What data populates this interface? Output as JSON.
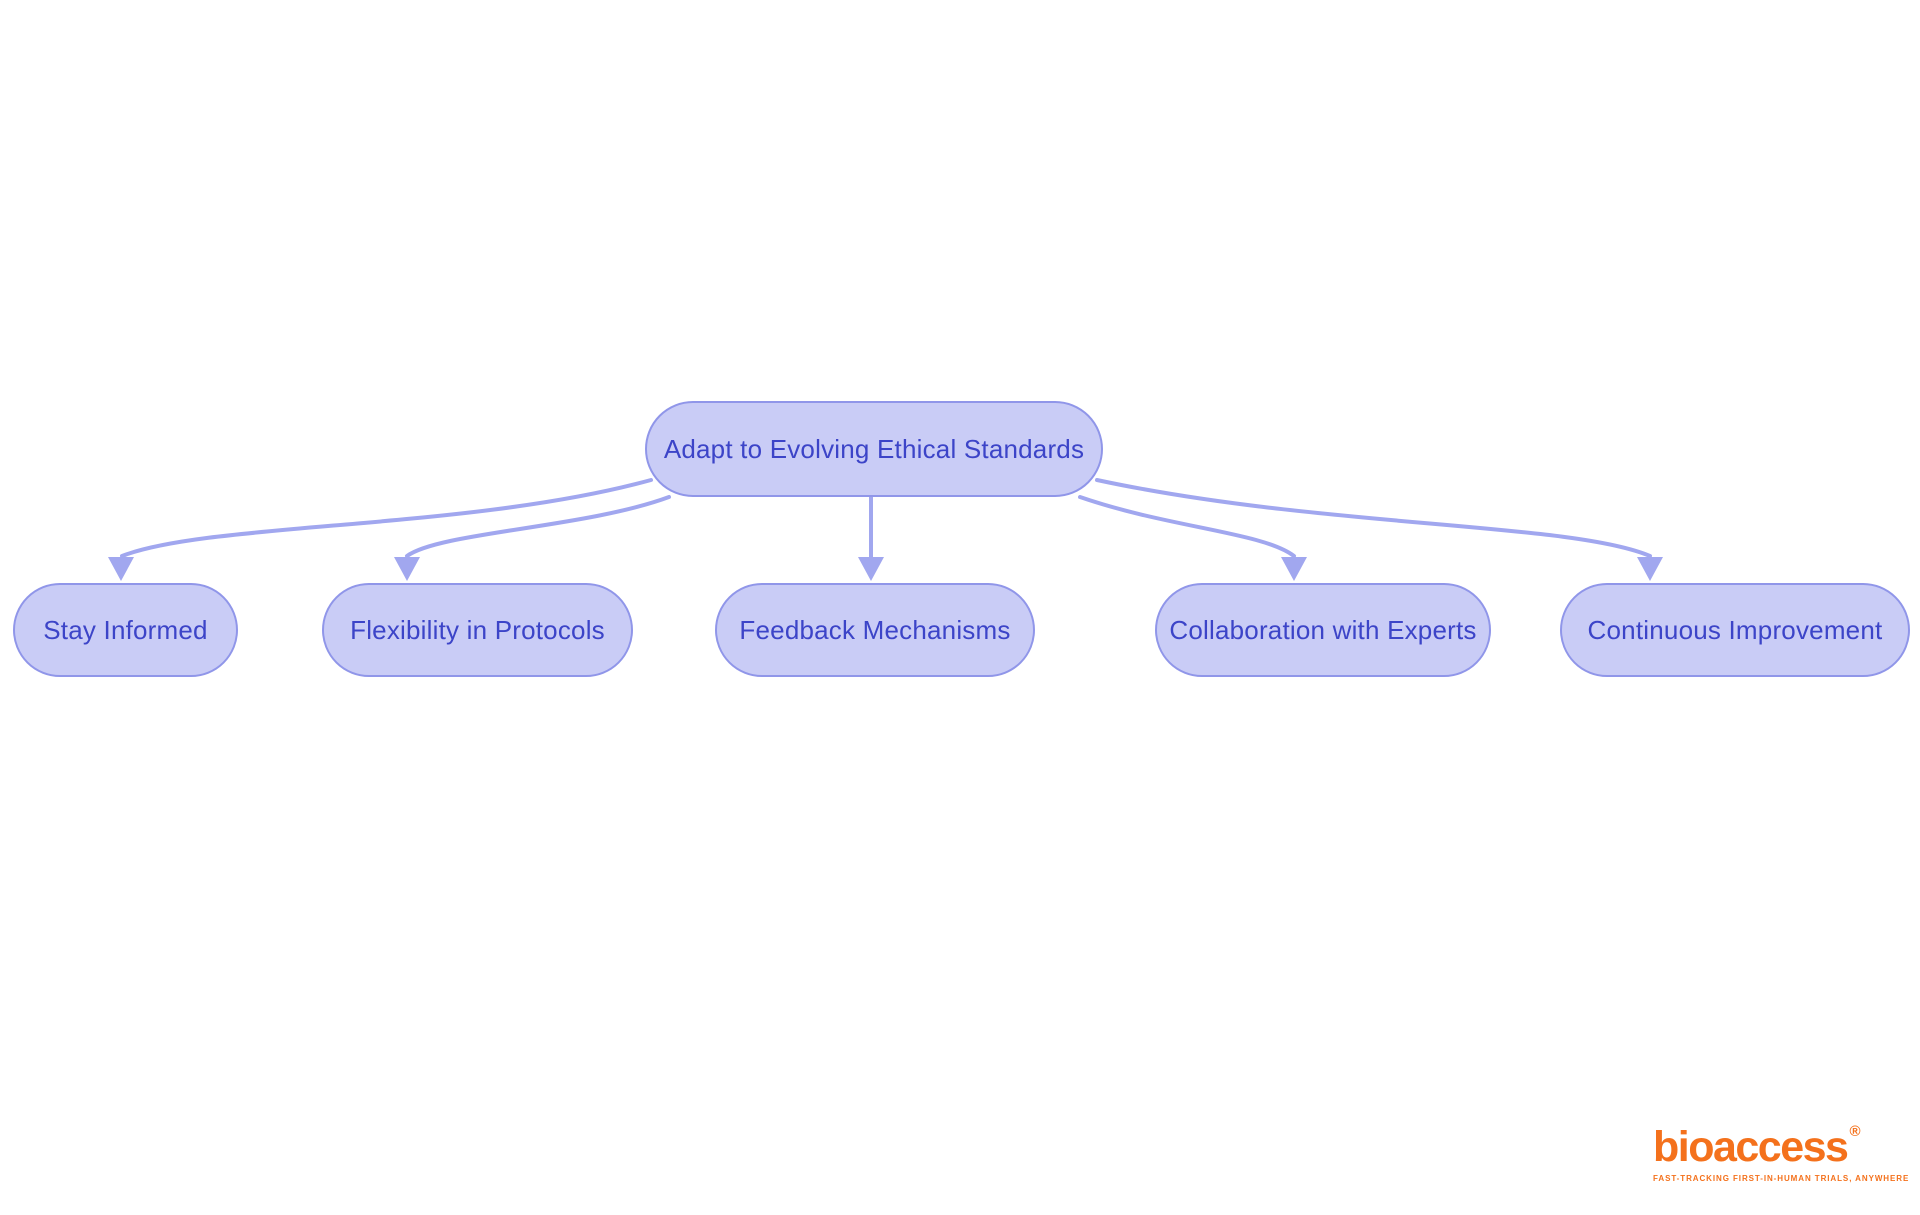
{
  "diagram": {
    "root": {
      "label": "Adapt to Evolving Ethical Standards"
    },
    "children": [
      {
        "label": "Stay Informed"
      },
      {
        "label": "Flexibility in Protocols"
      },
      {
        "label": "Feedback Mechanisms"
      },
      {
        "label": "Collaboration with Experts"
      },
      {
        "label": "Continuous Improvement"
      }
    ]
  },
  "branding": {
    "logo_text": "bioaccess",
    "registered_mark": "®",
    "tagline": "FAST-TRACKING FIRST-IN-HUMAN TRIALS, ANYWHERE"
  },
  "theme": {
    "background": "#ffffff",
    "node_fill": "#c9ccf6",
    "node_border": "#9096e9",
    "node_text": "#3c44c8",
    "connector": "#a1a7ef",
    "brand_orange": "#f4711c"
  }
}
